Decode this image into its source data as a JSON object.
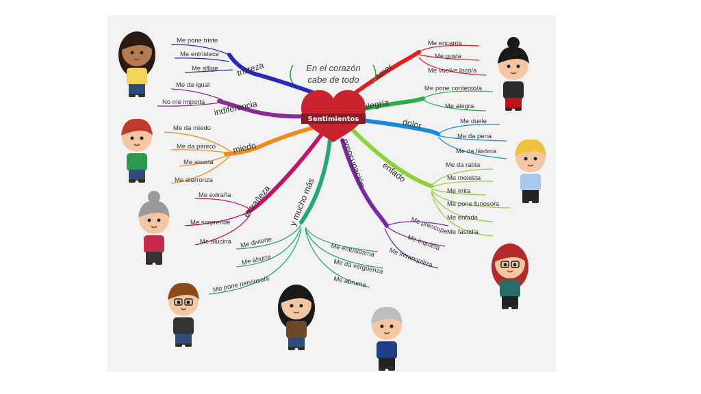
{
  "title_line1": "En el corazón",
  "title_line2": "cabe de todo",
  "heart_label": "Sentimientos",
  "branches": [
    {
      "key": "tristeza",
      "label": "tristeza",
      "color": "#2a2ab8",
      "leaves": [
        "Me pone triste",
        "Me entristece",
        "Me aflige"
      ]
    },
    {
      "key": "indiferencia",
      "label": "indiferencia",
      "color": "#8a2a96",
      "leaves": [
        "Me da igual",
        "No me importa"
      ]
    },
    {
      "key": "miedo",
      "label": "miedo",
      "color": "#f08a1a",
      "leaves": [
        "Me da miedo",
        "Me da pánico",
        "Me asusta",
        "Me aterroriza"
      ]
    },
    {
      "key": "extraneza",
      "label": "extrañeza",
      "color": "#c0146a",
      "leaves": [
        "Me extraña",
        "Me sorprende",
        "Me alucina"
      ]
    },
    {
      "key": "y_mucho_mas",
      "label": "y mucho más",
      "color": "#27a870",
      "leaves": [
        "Me divierte",
        "Me aburre",
        "Me pone nervioso/a",
        "Me entusiasma",
        "Me da vergüenza",
        "Me abruma"
      ]
    },
    {
      "key": "preocupacion",
      "label": "preocupación",
      "color": "#7a2aa8",
      "leaves": [
        "Me preocupa",
        "Me inquieta",
        "Me intranquiliza"
      ]
    },
    {
      "key": "enfado",
      "label": "enfado",
      "color": "#8bd23a",
      "leaves": [
        "Me da rabia",
        "Me molesta",
        "Me irrita",
        "Me pone furioso/a",
        "Me enfada",
        "Me fastidia"
      ]
    },
    {
      "key": "dolor",
      "label": "dolor",
      "color": "#1a8ad6",
      "leaves": [
        "Me duele",
        "Me da pena",
        "Me da lástima"
      ]
    },
    {
      "key": "alegria",
      "label": "alegría",
      "color": "#2ab04a",
      "leaves": [
        "Me pone contento/a",
        "Me alegra"
      ]
    },
    {
      "key": "amor",
      "label": "amor",
      "color": "#e01e1e",
      "leaves": [
        "Me encanta",
        "Me gusta",
        "Me vuelve loco/a"
      ]
    }
  ],
  "colors": {
    "heart": "#c8232f",
    "heart_band": "#8a1a24",
    "panel": "#f2f2f3"
  }
}
